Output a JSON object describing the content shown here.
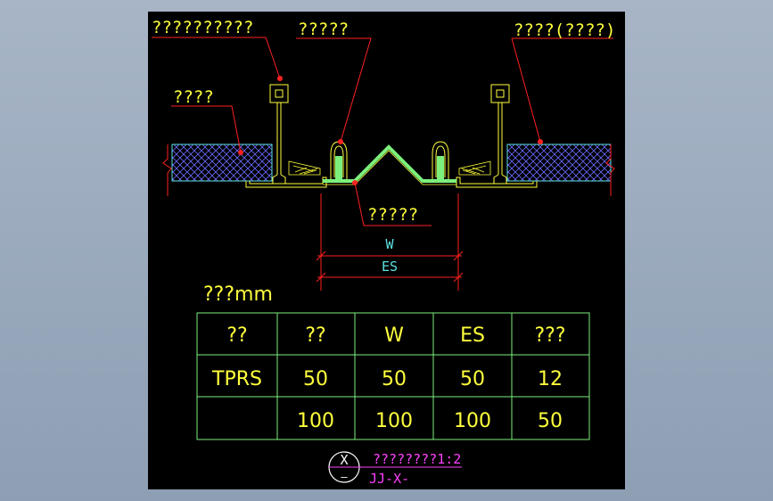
{
  "callouts": {
    "top_left": "??????????",
    "top_mid": "?????",
    "top_right": "????(????)",
    "left": "????",
    "center": "?????"
  },
  "dims": {
    "w": "W",
    "es": "ES"
  },
  "unit_label": "???mm",
  "table": {
    "headers": [
      "??",
      "??",
      "W",
      "ES",
      "???"
    ],
    "rows": [
      [
        "TPRS",
        "50",
        "50",
        "50",
        "12"
      ],
      [
        "",
        "100",
        "100",
        "100",
        "50"
      ]
    ]
  },
  "title_block": {
    "symbol_top": "X",
    "symbol_bottom": "—",
    "title": "????????1:2",
    "code": "JJ-X-"
  },
  "colors": {
    "background": "#000000",
    "line_yellow": "#ffff3c",
    "leader_red": "#ff2020",
    "insulation_blue": "#6a6aff",
    "cover_plate": "#7cf07c",
    "dimension_cyan": "#5ee0e0",
    "title_magenta": "#ff40ff"
  }
}
